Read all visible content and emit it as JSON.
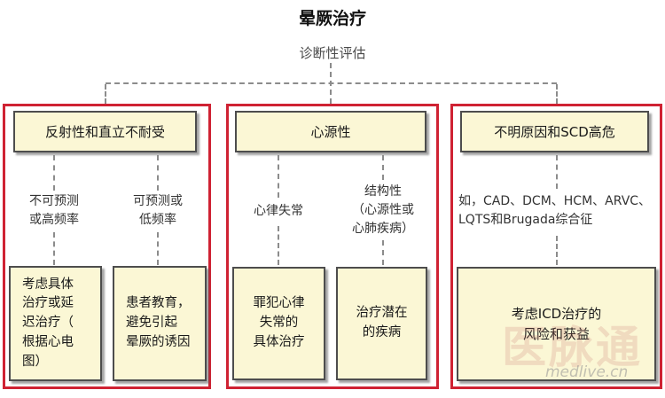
{
  "title": "晕厥治疗",
  "subtitle": "诊断性评估",
  "columns": [
    {
      "header": "反射性和直立不耐受",
      "branches": [
        {
          "label": "不可预测\n或高频率",
          "box": "考虑具体\n治疗或延\n迟治疗（\n根据心电\n图）"
        },
        {
          "label": "可预测或\n低频率",
          "box": "患者教育，\n避免引起\n晕厥的诱因"
        }
      ]
    },
    {
      "header": "心源性",
      "branches": [
        {
          "label": "心律失常",
          "box": "罪犯心律\n失常的\n具体治疗"
        },
        {
          "label": "结构性\n（心源性或\n心肺疾病）",
          "box": "治疗潜在\n的疾病"
        }
      ]
    },
    {
      "header": "不明原因和SCD高危",
      "branches": [
        {
          "label": "如，CAD、DCM、HCM、ARVC、\nLQTS和Brugada综合征",
          "box": "考虑ICD治疗的\n风险和获益"
        }
      ]
    }
  ],
  "watermark": {
    "logo": "医脉通",
    "url": "medlive.cn"
  },
  "colors": {
    "accent_red": "#cf2233",
    "box_fill": "#fbf7d5",
    "box_border": "#4d4d4d",
    "dash_gray": "#8c8c8c"
  }
}
